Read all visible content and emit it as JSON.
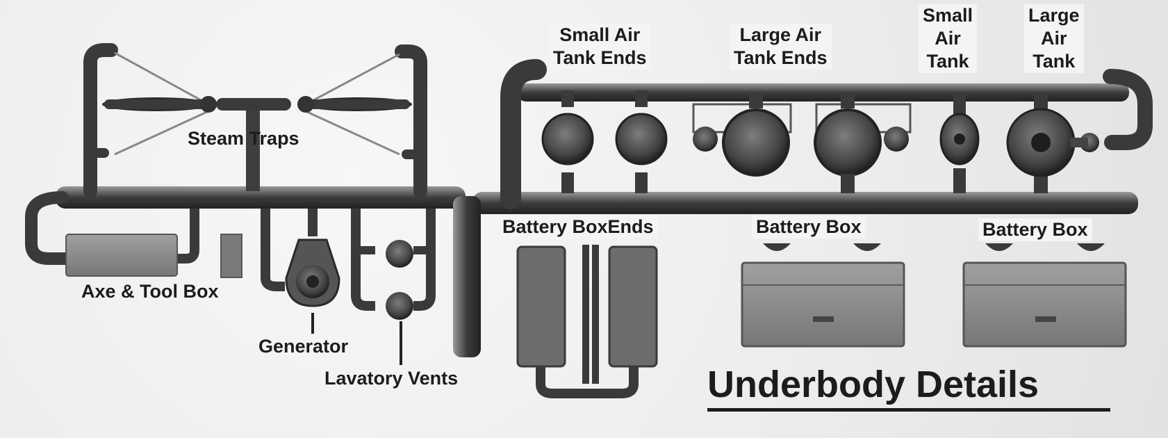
{
  "title": "Underbody Details",
  "labels": {
    "small_air_tank_ends": [
      "Small Air",
      "Tank Ends"
    ],
    "large_air_tank_ends": [
      "Large Air",
      "Tank Ends"
    ],
    "small_air_tank": [
      "Small",
      "Air",
      "Tank"
    ],
    "large_air_tank": [
      "Large",
      "Air",
      "Tank"
    ],
    "steam_traps": "Steam Traps",
    "axe_tool_box": "Axe & Tool Box",
    "generator": "Generator",
    "lavatory_vents": "Lavatory Vents",
    "battery_box_ends": "Battery BoxEnds",
    "battery_box_1": "Battery Box",
    "battery_box_2": "Battery Box"
  },
  "colors": {
    "runner": "#3a3a3a",
    "runner_highlight": "#8a8a8a",
    "part_fill": "#6f6f6f",
    "part_dark": "#2e2e2e",
    "box_fill": "#8c8c8c",
    "label": "#1c1c1c"
  }
}
